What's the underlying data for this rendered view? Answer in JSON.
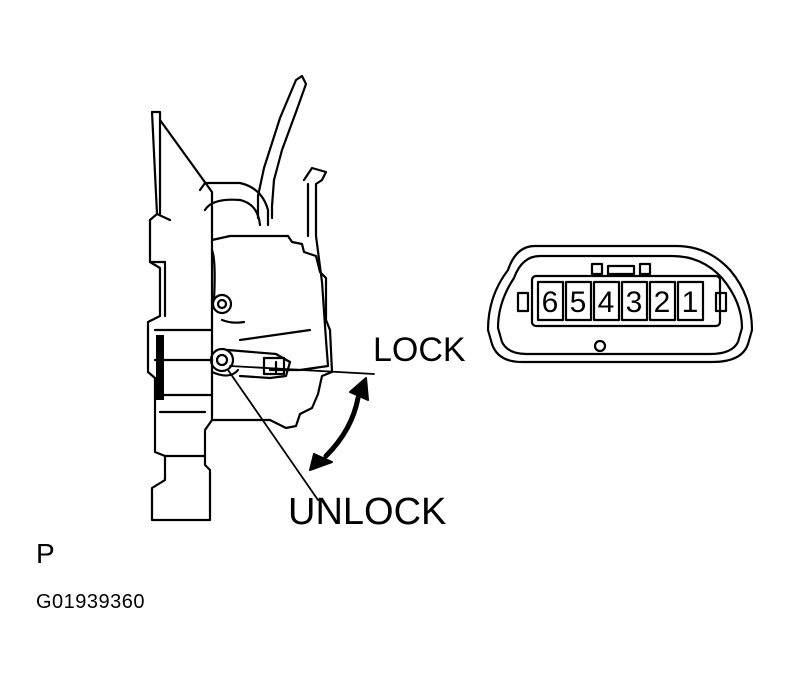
{
  "labels": {
    "lock": "LOCK",
    "unlock": "UNLOCK",
    "p": "P",
    "figure_code": "G01939360"
  },
  "connector": {
    "pins": [
      "6",
      "5",
      "4",
      "3",
      "2",
      "1"
    ]
  },
  "colors": {
    "line": "#000000",
    "background": "#ffffff"
  }
}
